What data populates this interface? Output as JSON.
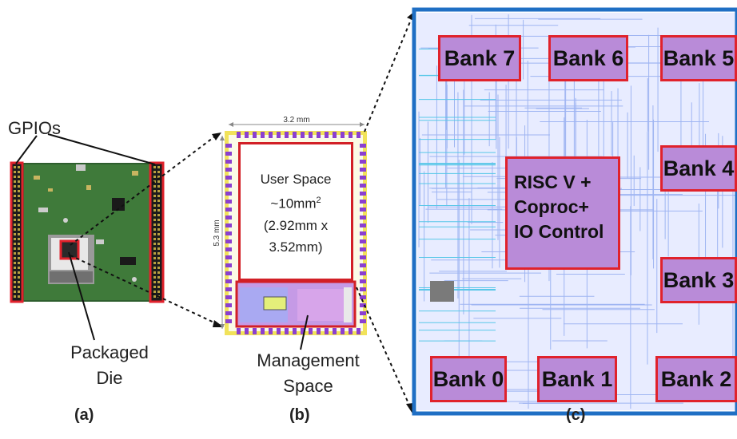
{
  "labels": {
    "gpios": "GPIOs",
    "packaged_die": [
      "Packaged",
      "Die"
    ],
    "management_space": [
      "Management",
      "Space"
    ]
  },
  "captions": {
    "a": "(a)",
    "b": "(b)",
    "c": "(c)"
  },
  "chip": {
    "width_dim": "3.2 mm",
    "height_dim": "5.3 mm",
    "user_space": {
      "title": "User Space",
      "area": "~10mm",
      "area_sup": "2",
      "dims_line1": "(2.92mm x",
      "dims_line2": "3.52mm)"
    }
  },
  "layout": {
    "banks": [
      "Bank 7",
      "Bank 6",
      "Bank 5",
      "Bank 4",
      "Bank 3",
      "Bank 0",
      "Bank 1",
      "Bank 2"
    ],
    "core": [
      "RISC V +",
      "Coproc+",
      "IO Control"
    ]
  },
  "colors": {
    "highlight": "#e0222c",
    "macro_fill": "#b98bd8",
    "routing": "#9fb5f2",
    "frame": "#1f6fc4"
  }
}
